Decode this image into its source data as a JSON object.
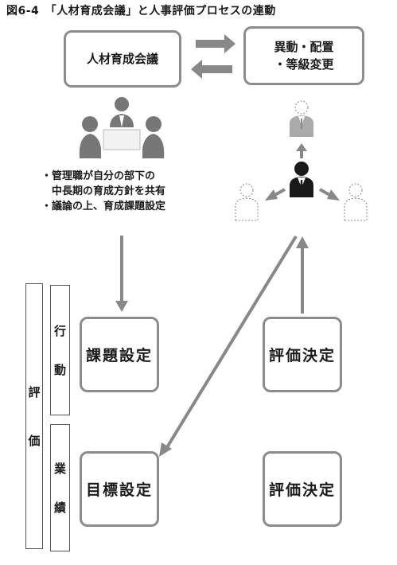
{
  "title": "図6-4　「人材育成会議」と人事評価プロセスの連動",
  "boxes": {
    "meeting": "人材育成会議",
    "transfer_line1": "異動・配置",
    "transfer_line2": "・等級変更",
    "task_setting": "課題設定",
    "eval_action": "評価決定",
    "goal_setting": "目標設定",
    "eval_performance": "評価決定"
  },
  "bullets": [
    "・管理職が自分の部下の",
    "　中長期の育成方針を共有",
    "・議論の上、育成課題設定"
  ],
  "side_labels": {
    "evaluation": [
      "評",
      "価"
    ],
    "action": [
      "行",
      "動"
    ],
    "performance": [
      "業",
      "績"
    ]
  },
  "colors": {
    "arrow": "#888888",
    "box_border": "#8c8c8c",
    "figure_gray": "#777777",
    "figure_dark": "#1a1a1a"
  }
}
